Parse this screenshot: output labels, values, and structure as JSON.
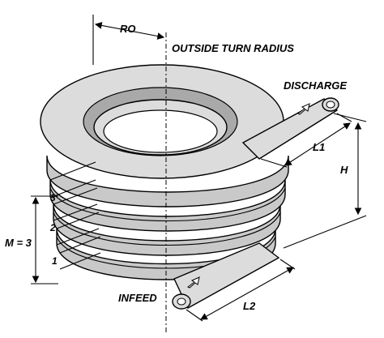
{
  "labels": {
    "ro": "RO",
    "outside_turn_radius": "OUTSIDE TURN RADIUS",
    "discharge": "DISCHARGE",
    "infeed": "INFEED",
    "l1": "L1",
    "l2": "L2",
    "h": "H",
    "m": "M = 3",
    "turn_1": "1",
    "turn_2": "2",
    "turn_3": "3"
  },
  "colors": {
    "coil_face": "#dcdcdc",
    "coil_side": "#c9c9c9",
    "shadow": "#a9a9a9",
    "line": "#000000",
    "background": "#ffffff"
  }
}
